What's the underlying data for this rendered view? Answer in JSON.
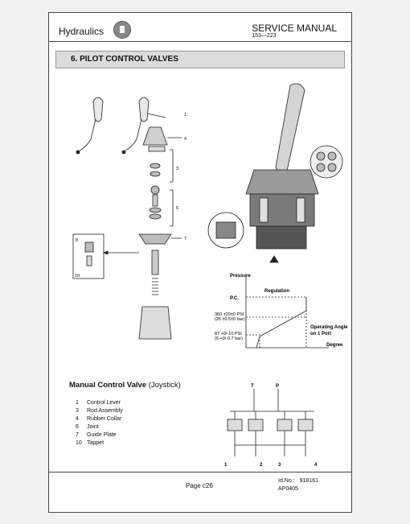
{
  "header": {
    "section_name": "Hydraulics",
    "manual_title": "SERVICE MANUAL",
    "model_range": "153—223"
  },
  "section_title": "6. PILOT CONTROL VALVES",
  "diagram_labels": {
    "pressure": "Pressure",
    "regulation": "Regulation",
    "pc": "P.C.",
    "p_high": "360 ±20±0 PSI",
    "p_high_bar": "(25 ±0.5±0 bar)",
    "p_low": "87 +0/-10 PSI",
    "p_low_bar": "(6 +0/-0.7 bar)",
    "operating_angle": "Operating Angle",
    "on_port": "on 1 Port",
    "degree": "Degree",
    "schem_t": "T",
    "schem_p": "P",
    "ports": [
      "1",
      "2",
      "3",
      "4"
    ],
    "callouts": [
      "1",
      "4",
      "3",
      "6",
      "7",
      "8",
      "10"
    ]
  },
  "caption": {
    "title": "Manual Control Valve",
    "subtitle": "(Joystick)"
  },
  "legend": [
    {
      "num": "1",
      "text": "Control Lever"
    },
    {
      "num": "3",
      "text": "Rod Assembly"
    },
    {
      "num": "4",
      "text": "Rubber Collar"
    },
    {
      "num": "6",
      "text": "Joint"
    },
    {
      "num": "7",
      "text": "Guide Plate"
    },
    {
      "num": "10",
      "text": "Tappet"
    }
  ],
  "footer": {
    "page": "Page c26",
    "id_label": "Id.No.:",
    "id_value": "918161",
    "code": "AP0405"
  }
}
